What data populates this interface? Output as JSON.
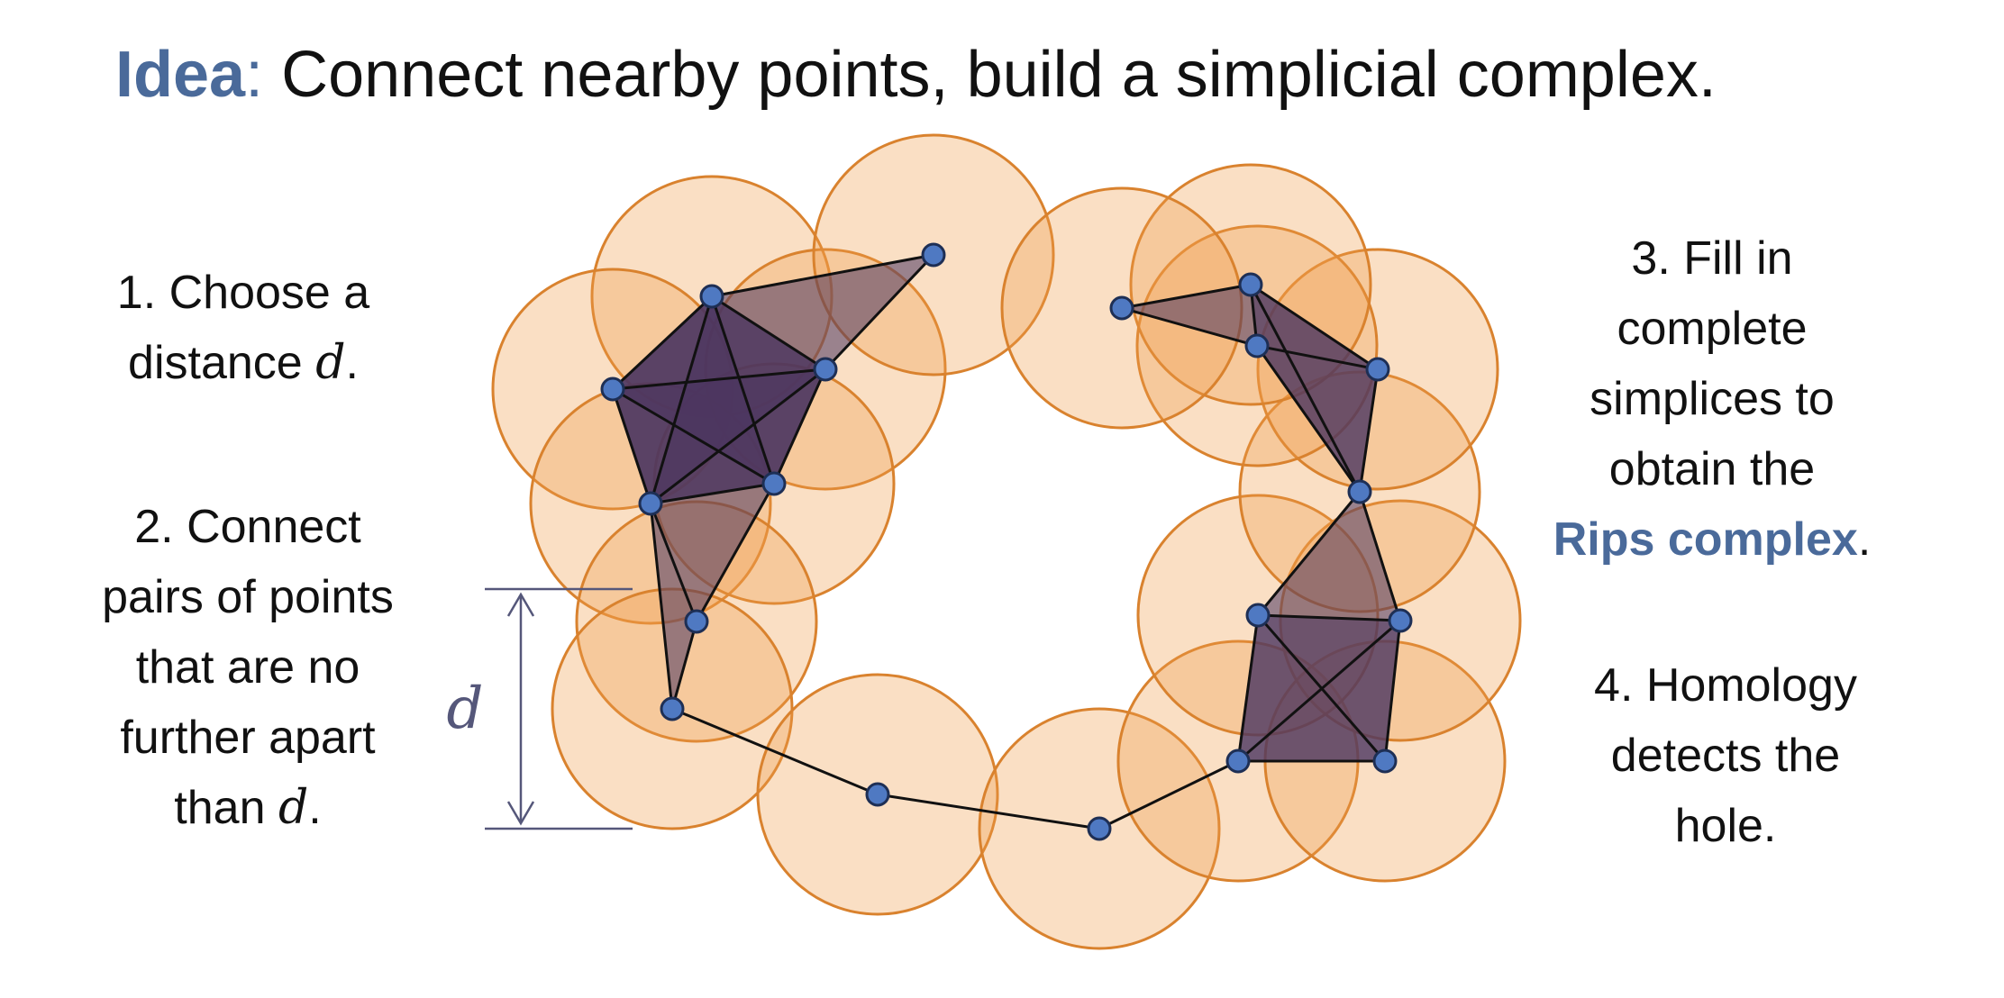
{
  "title": {
    "keyword": "Idea",
    "separator": ":",
    "text": " Connect nearby points, build a simplicial complex."
  },
  "steps": {
    "step1": {
      "line1": "1. Choose a",
      "line2_pre": "distance ",
      "line2_math": "d",
      "line2_post": "."
    },
    "step2": {
      "line1": "2. Connect",
      "line2": "pairs of points",
      "line3": "that are no",
      "line4": "further apart",
      "line5_pre": "than ",
      "line5_math": "d",
      "line5_post": "."
    },
    "step3": {
      "line1": "3. Fill in",
      "line2": "complete",
      "line3": "simplices to",
      "line4": "obtain the",
      "line5_highlight": "Rips complex",
      "line5_post": "."
    },
    "step4": {
      "line1": "4. Homology",
      "line2": "detects the",
      "line3": "hole."
    }
  },
  "dimension_label": "d",
  "colors": {
    "keyword": "#4a6a9a",
    "disk_fill": "#ef9b48",
    "disk_stroke": "#d9822e",
    "simplex_fill": "#4a3560",
    "point_fill": "#4f79c2",
    "edge": "#111111",
    "dimension_line": "#55577a"
  }
}
